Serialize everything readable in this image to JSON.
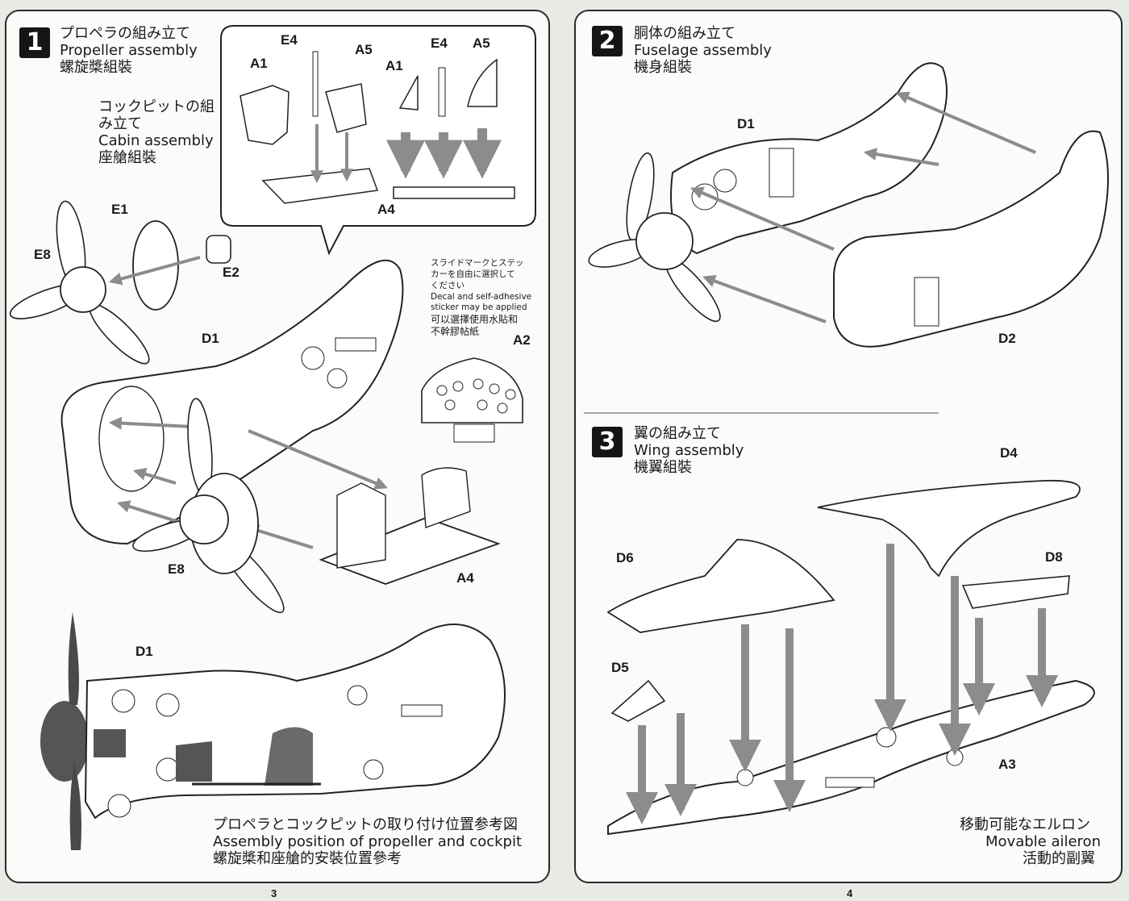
{
  "left_page": {
    "page_number": "3",
    "step1": {
      "number": "1",
      "title_ja": "プロペラの組み立て",
      "title_en": "Propeller assembly",
      "title_zh": "螺旋槳組裝"
    },
    "cabin": {
      "title_ja_1": "コックピットの組",
      "title_ja_2": "み立て",
      "title_en": "Cabin assembly",
      "title_zh": "座艙組裝"
    },
    "inset_labels": [
      "A1",
      "E4",
      "A5",
      "A1",
      "E4",
      "A5",
      "A4"
    ],
    "propeller_labels": [
      "E1",
      "E8",
      "E2"
    ],
    "main_labels": [
      "D1",
      "E8",
      "A4",
      "A2"
    ],
    "decal_note": {
      "ja_1": "スライドマークとステッ",
      "ja_2": "カーを自由に選択して",
      "ja_3": "ください",
      "en_1": "Decal and self-adhesive",
      "en_2": "sticker may be applied",
      "zh_1": "可以選擇使用水貼和",
      "zh_2": "不幹膠帖紙"
    },
    "bottom_label": "D1",
    "position_caption": {
      "ja": "プロペラとコックピットの取り付け位置参考図",
      "en": "Assembly position of propeller and cockpit",
      "zh": "螺旋槳和座艙的安裝位置參考"
    }
  },
  "right_page": {
    "page_number": "4",
    "step2": {
      "number": "2",
      "title_ja": "胴体の組み立て",
      "title_en": "Fuselage assembly",
      "title_zh": "機身組裝",
      "labels": [
        "D1",
        "D2"
      ]
    },
    "step3": {
      "number": "3",
      "title_ja": "翼の組み立て",
      "title_en": "Wing assembly",
      "title_zh": "機翼組裝",
      "labels": [
        "D4",
        "D6",
        "D8",
        "D5",
        "A3"
      ]
    },
    "aileron_note": {
      "ja": "移動可能なエルロン",
      "en": "Movable aileron",
      "zh": "活動的副翼"
    }
  },
  "colors": {
    "ink": "#1a1a1a",
    "arrow_gray": "#8c8c8c",
    "paper": "#fbfbfa",
    "background": "#e9e9e6",
    "prop_dark": "#4a4a4a"
  }
}
